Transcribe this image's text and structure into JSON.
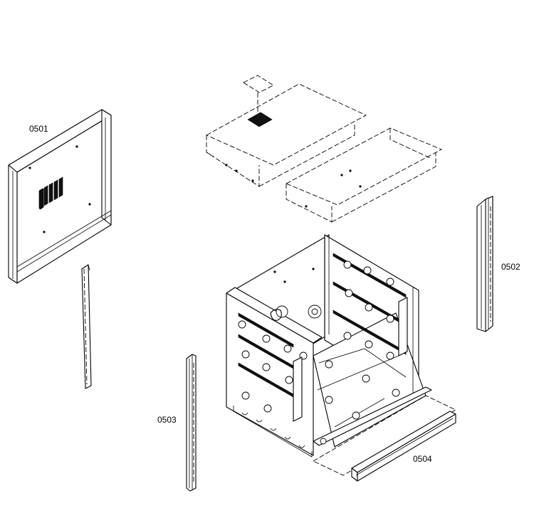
{
  "diagram": {
    "labels": {
      "part_0501": "0501",
      "part_0502": "0502",
      "part_0503": "0503",
      "part_0504": "0504"
    }
  }
}
